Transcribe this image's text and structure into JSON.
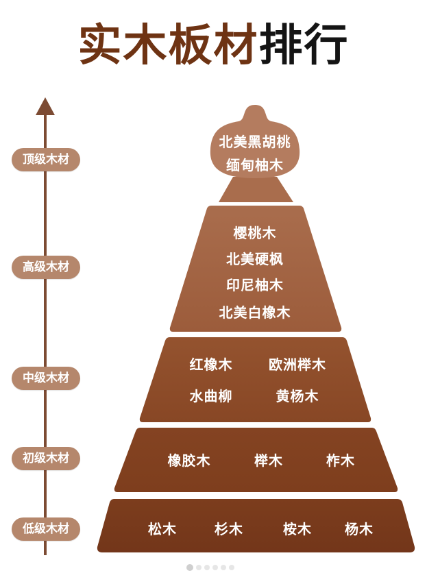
{
  "title": {
    "part1": "实木板材",
    "part2": "排行"
  },
  "levels": [
    "顶级木材",
    "高级木材",
    "中级木材",
    "初级木材",
    "低级木材"
  ],
  "tiers": [
    {
      "woods": [
        "北美黑胡桃",
        "缅甸柚木"
      ]
    },
    {
      "woods": [
        "樱桃木",
        "北美硬枫",
        "印尼柚木",
        "北美白橡木"
      ]
    },
    {
      "woods": [
        "红橡木",
        "欧洲榉木",
        "水曲柳",
        "黄杨木"
      ]
    },
    {
      "woods": [
        "橡胶木",
        "榉木",
        "柞木"
      ]
    },
    {
      "woods": [
        "松木",
        "杉木",
        "桉木",
        "杨木"
      ]
    }
  ],
  "colors": {
    "title_brown": "#6e3313",
    "title_dark": "#141414",
    "axis": "#7c4b33",
    "pill": "#b5876c",
    "top_bulb": "#b47c5f",
    "tier_high": "#9f603f",
    "tier_mid": "#8a4b2a",
    "tier_low": "#7f401f",
    "tier_lowest": "#76381a"
  }
}
